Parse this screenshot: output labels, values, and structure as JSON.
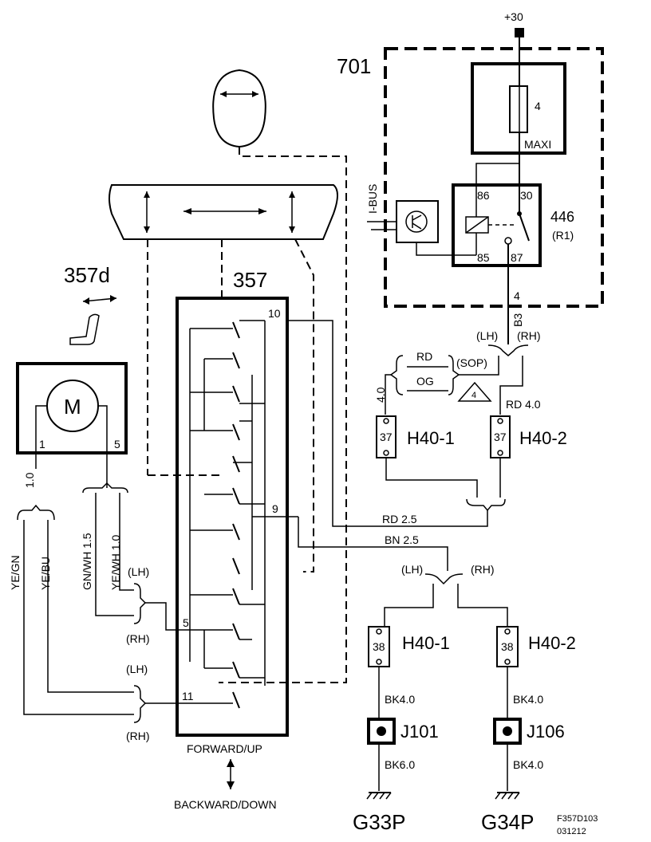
{
  "labels": {
    "supply": "+30",
    "fusebox": "701",
    "fuse_num": "4",
    "maxi": "MAXI",
    "ibus": "I-BUS",
    "relay_pin86": "86",
    "relay_pin30": "30",
    "relay_pin85": "85",
    "relay_pin87": "87",
    "relay_num": "446",
    "relay_code": "(R1)",
    "relay_out_num": "4",
    "relay_out_code": "B3",
    "lh_top": "(LH)",
    "rh_top": "(RH)",
    "rd": "RD",
    "og": "OG",
    "sop": "(SOP)",
    "warn_num": "4",
    "wire_40": "4.0",
    "rd40": "RD 4.0",
    "h40_1_top": "H40-1",
    "h40_2_top": "H40-2",
    "pin37a": "37",
    "pin37b": "37",
    "seat_code": "357d",
    "switch_code": "357",
    "motor": "M",
    "motor_pin1": "1",
    "motor_pin5": "5",
    "wire10": "1.0",
    "yegn": "YE/GN",
    "yebu": "YE/BU",
    "gnwh": "GN/WH 1.5",
    "yewh": "YE/WH 1.0",
    "lh_mid": "(LH)",
    "rh_mid": "(RH)",
    "lh_low": "(LH)",
    "rh_low": "(RH)",
    "pin10": "10",
    "pin9": "9",
    "pin5": "5",
    "pin11": "11",
    "rd25": "RD 2.5",
    "bn25": "BN 2.5",
    "lh_bn": "(LH)",
    "rh_bn": "(RH)",
    "pin38a": "38",
    "pin38b": "38",
    "h40_1_bot": "H40-1",
    "h40_2_bot": "H40-2",
    "bk40a": "BK4.0",
    "bk40b": "BK4.0",
    "j101": "J101",
    "j106": "J106",
    "bk60": "BK6.0",
    "bk40c": "BK4.0",
    "g33p": "G33P",
    "g34p": "G34P",
    "fwd": "FORWARD/UP",
    "back": "BACKWARD/DOWN",
    "ref1": "F357D103",
    "ref2": "031212"
  }
}
